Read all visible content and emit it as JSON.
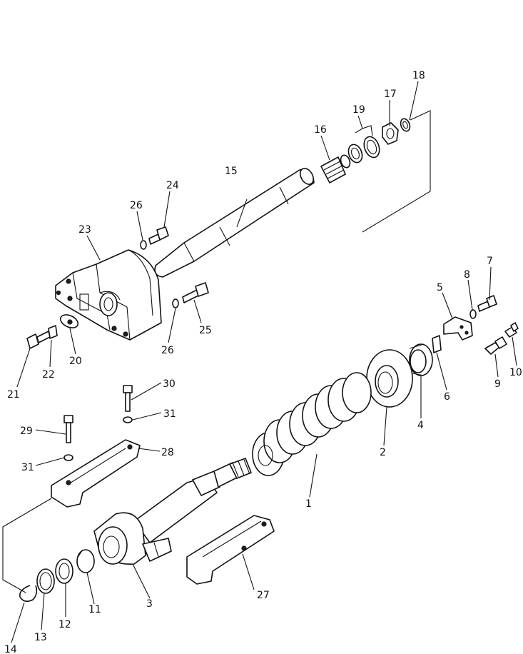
{
  "callouts": {
    "c1": "1",
    "c2": "2",
    "c3": "3",
    "c4": "4",
    "c5": "5",
    "c6": "6",
    "c7": "7",
    "c8": "8",
    "c9": "9",
    "c10": "10",
    "c11": "11",
    "c12": "12",
    "c13": "13",
    "c14": "14",
    "c15": "15",
    "c16": "16",
    "c17": "17",
    "c18": "18",
    "c19": "19",
    "c20": "20",
    "c21": "21",
    "c22": "22",
    "c23": "23",
    "c24": "24",
    "c25": "25",
    "c26a": "26",
    "c26b": "26",
    "c27": "27",
    "c28": "28",
    "c29": "29",
    "c30": "30",
    "c31a": "31",
    "c31b": "31"
  },
  "colors": {
    "line": "#111111",
    "background": "#ffffff"
  }
}
